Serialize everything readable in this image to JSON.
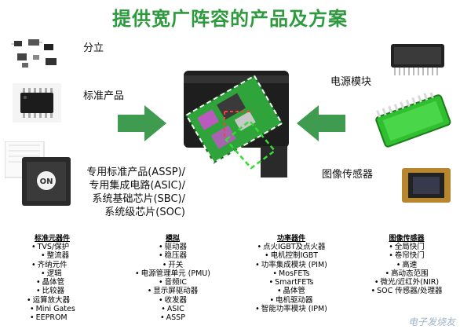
{
  "title": "提供宽广阵容的产品及方案",
  "left_labels": {
    "discrete": "分立",
    "standard": "标准产品",
    "assp_lines": [
      "专用标准产品(ASSP)/",
      "专用集成电路(ASIC)/",
      "系统基础芯片(SBC)/",
      "系统级芯片(SOC)"
    ]
  },
  "right_labels": {
    "power_module": "电源模块",
    "image_sensor": "图像传感器"
  },
  "columns": [
    {
      "heading": "标准元器件",
      "items": [
        "TVS/保护",
        "整流器",
        "齐纳元件",
        "逻辑",
        "晶体管",
        "比较器",
        "运算放大器",
        "Mini Gates",
        "EEPROM"
      ]
    },
    {
      "heading": "模拟",
      "items": [
        "驱动器",
        "稳压器",
        "开关",
        "电源管理单元 (PMU)",
        "音频IC",
        "显示屏驱动器",
        "收发器",
        "ASIC",
        "ASSP"
      ]
    },
    {
      "heading": "功率器件",
      "items": [
        "点火IGBT及点火器",
        "电机控制IGBT",
        "功率集成模块 (PIM)",
        "MosFETs",
        "SmartFETs",
        "晶体管",
        "电机驱动器",
        "智能功率模块 (IPM)"
      ]
    },
    {
      "heading": "图像传感器",
      "items": [
        "全局快门",
        "卷帘快门",
        "高速",
        "高动态范围",
        "微光/近红外(NIR)",
        "SOC 传感器/处理器"
      ]
    }
  ],
  "watermark": "电子发烧友",
  "colors": {
    "title": "#2e9a3e",
    "arrow": "#3f9b50",
    "board": "#2fbf2f"
  },
  "icons": [
    "discrete-components-icon",
    "soic-chip-icon",
    "qfp-chip-icon",
    "power-module-chip-icon",
    "power-module-board-icon",
    "image-sensor-chip-icon",
    "automotive-ecu-icon"
  ]
}
